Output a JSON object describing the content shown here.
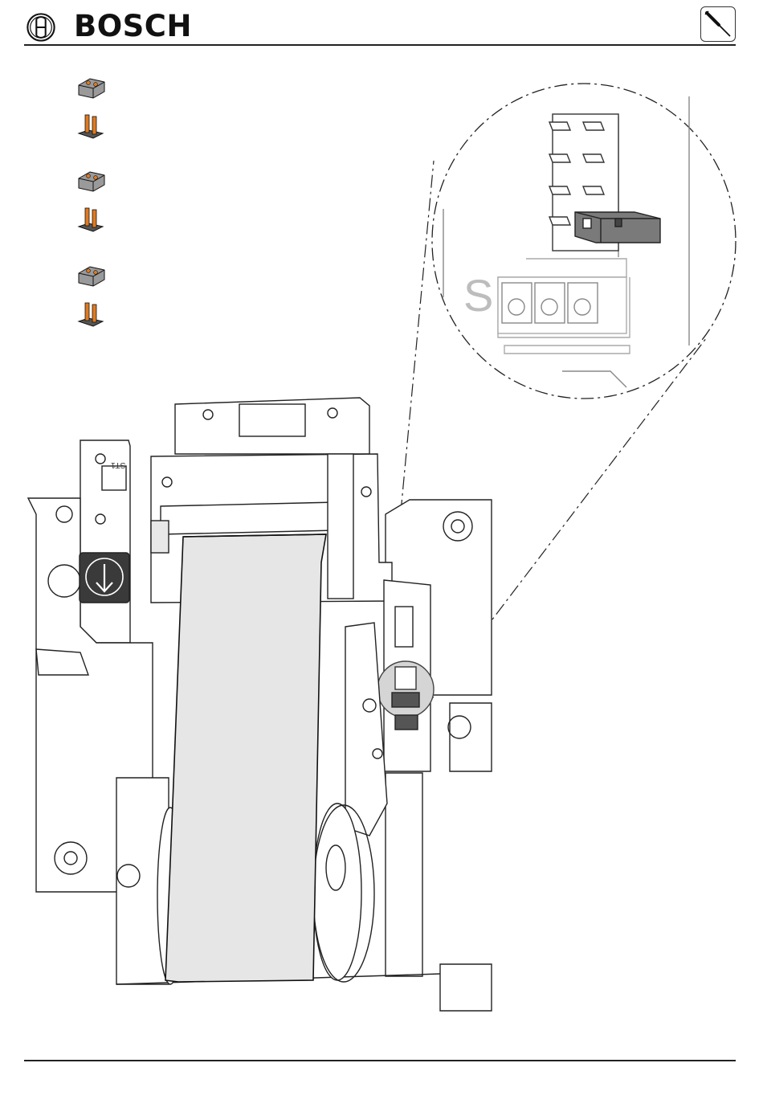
{
  "header": {
    "brand": "BOSCH",
    "logo_icon": "bosch-armature-icon",
    "tool_icon": "screwdriver-icon"
  },
  "jumpers": [
    {
      "state": "closed",
      "icon": "jumper-cap-icon"
    },
    {
      "state": "open",
      "icon": "jumper-pins-icon"
    },
    {
      "state": "closed",
      "icon": "jumper-cap-icon"
    },
    {
      "state": "open",
      "icon": "jumper-pins-icon"
    },
    {
      "state": "closed",
      "icon": "jumper-cap-icon"
    },
    {
      "state": "open",
      "icon": "jumper-pins-icon"
    }
  ],
  "illustration": {
    "connector_label": "S",
    "board_label": "ST1",
    "action_icon": "arrow-down-icon"
  },
  "colors": {
    "jumper_orange": "#e07a1e",
    "jumper_gray": "#9a9a9a",
    "belt_fill": "#e6e6e6",
    "action_box": "#3a3a3a"
  }
}
